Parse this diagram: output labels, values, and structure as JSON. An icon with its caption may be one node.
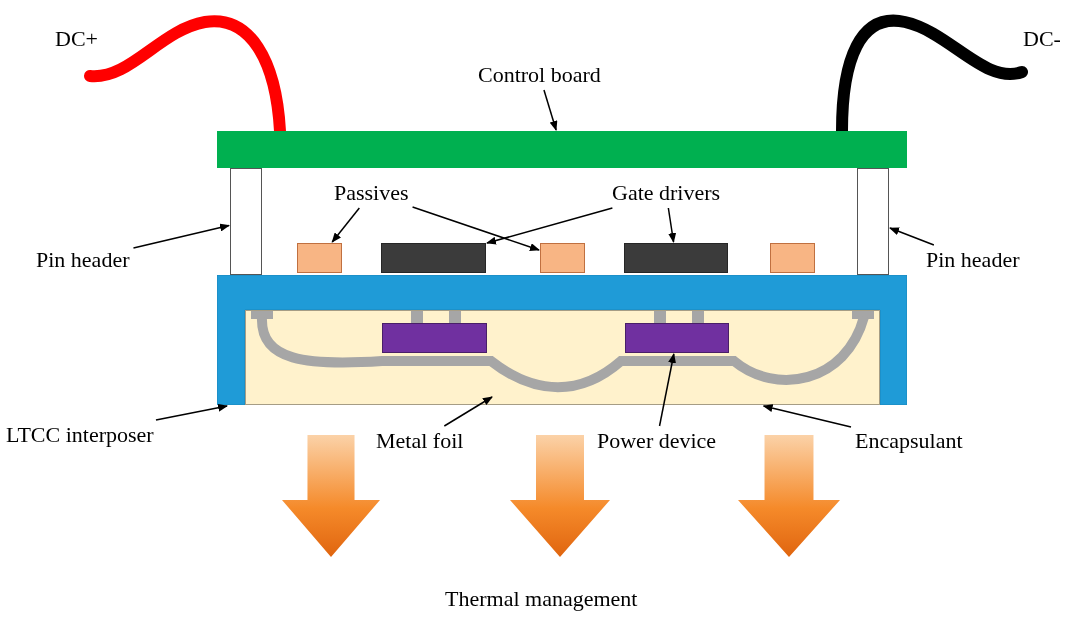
{
  "diagram": {
    "nodes": [
      {
        "text": [
          "Control board"
        ]
      },
      {
        "text": [
          "Passives"
        ]
      },
      {
        "text": [
          "Gate drivers"
        ]
      },
      {
        "text": [
          "Pin header"
        ]
      },
      {
        "text": [
          "Pin header"
        ]
      },
      {
        "text": [
          "LTCC interposer"
        ]
      },
      {
        "text": [
          "Metal foil"
        ]
      },
      {
        "text": [
          "Power device"
        ]
      },
      {
        "text": [
          "Encapsulant"
        ]
      },
      {
        "text": [],
        "shape": "bar"
      },
      {
        "text": [],
        "shape": "box"
      },
      {
        "text": [],
        "shape": "box"
      },
      {
        "text": [],
        "shape": "box"
      },
      {
        "text": [],
        "shape": "box"
      },
      {
        "text": [],
        "shape": "box"
      },
      {
        "text": [],
        "shape": "box"
      },
      {
        "text": [],
        "shape": "box"
      },
      {
        "text": [],
        "shape": "box"
      },
      {
        "text": [],
        "shape": "box",
        "in": 17
      },
      {
        "text": [],
        "shape": "box",
        "in": 21
      },
      {
        "text": [],
        "shape": "box",
        "in": 21
      },
      {
        "text": [],
        "shape": "bar",
        "in": 18
      }
    ],
    "edges": [
      {
        "from": 0,
        "to": 9,
        "arrow": "to"
      },
      {
        "from": 1,
        "to": 12,
        "arrow": "to"
      },
      {
        "from": 1,
        "to": 14,
        "arrow": "to"
      },
      {
        "from": 2,
        "to": 13,
        "arrow": "to"
      },
      {
        "from": 2,
        "to": 15,
        "arrow": "to"
      },
      {
        "from": 3,
        "to": 10,
        "arrow": "to"
      },
      {
        "from": 4,
        "to": 11,
        "arrow": "to"
      },
      {
        "from": 5,
        "to": 17,
        "arrow": "to"
      },
      {
        "from": 6,
        "to": 21,
        "arrow": "to"
      },
      {
        "from": 7,
        "to": 20,
        "arrow": "to"
      },
      {
        "from": 8,
        "to": 18,
        "arrow": "to"
      }
    ],
    "labels": [
      "DC+",
      "DC-",
      "Thermal management"
    ]
  }
}
